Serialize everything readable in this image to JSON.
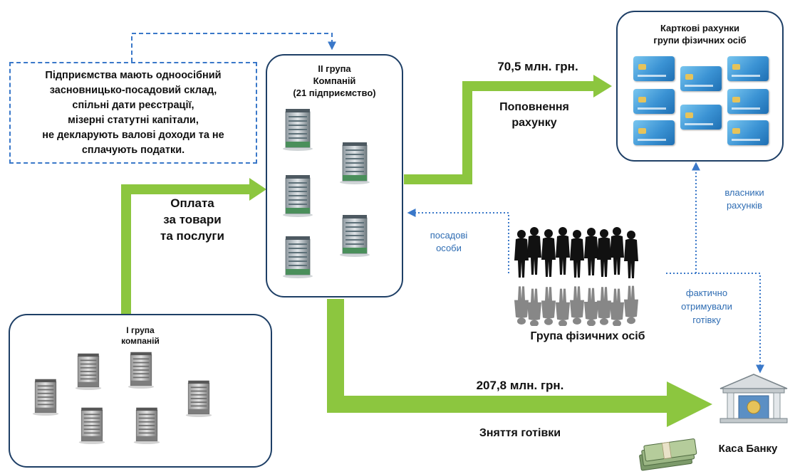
{
  "note": {
    "lines": [
      "Підприємства мають одноосібний",
      "засновницько-посадовий склад,",
      "спільні дати реєстрації,",
      "мізерні статутні капітали,",
      "не декларують валові доходи та не",
      "сплачують податки."
    ]
  },
  "group2": {
    "title_lines": [
      "ІІ група",
      "Компаній",
      "(21 підприємство)"
    ]
  },
  "group1": {
    "title_lines": [
      "І група",
      "компаній"
    ]
  },
  "cards_box": {
    "title_lines": [
      "Карткові рахунки",
      "групи фізичних  осіб"
    ]
  },
  "labels": {
    "amount_top": "70,5 млн. грн.",
    "replenish": [
      "Поповнення",
      "рахунку"
    ],
    "payment": [
      "Оплата",
      "за товари",
      "та послуги"
    ],
    "officials": [
      "посадові",
      "особи"
    ],
    "owners": [
      "власники",
      "рахунків"
    ],
    "cash_actual": [
      "фактично",
      "отримували",
      "готівку"
    ],
    "people_group": "Група фізичних осіб",
    "amount_bottom": "207,8 млн. грн.",
    "withdrawal": "Зняття готівки",
    "bank": "Каса Банку"
  },
  "colors": {
    "arrow_green": "#8cc63f",
    "dotted_blue": "#3a78c9",
    "box_border": "#1e3f66"
  },
  "icons": [
    "office-building-icon",
    "bank-card-icon",
    "person-silhouette-icon",
    "bank-icon",
    "money-stack-icon"
  ]
}
